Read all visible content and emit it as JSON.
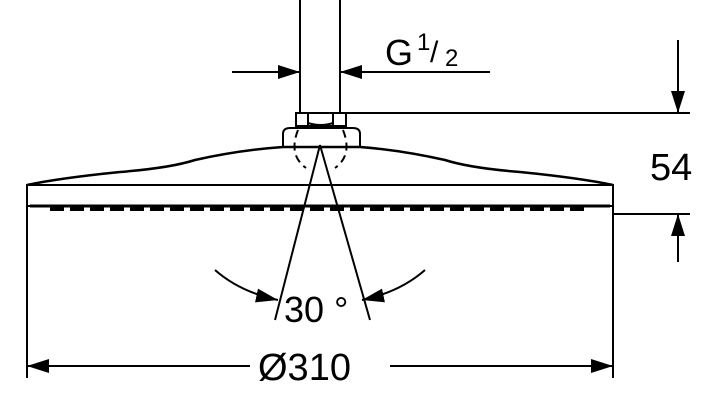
{
  "dimensions": {
    "thread": "G",
    "thread_fraction_num": "1",
    "thread_fraction_den": "2",
    "height": "54",
    "angle": "30 °",
    "diameter": "Ø310"
  },
  "colors": {
    "line": "#000000",
    "background": "#ffffff"
  }
}
